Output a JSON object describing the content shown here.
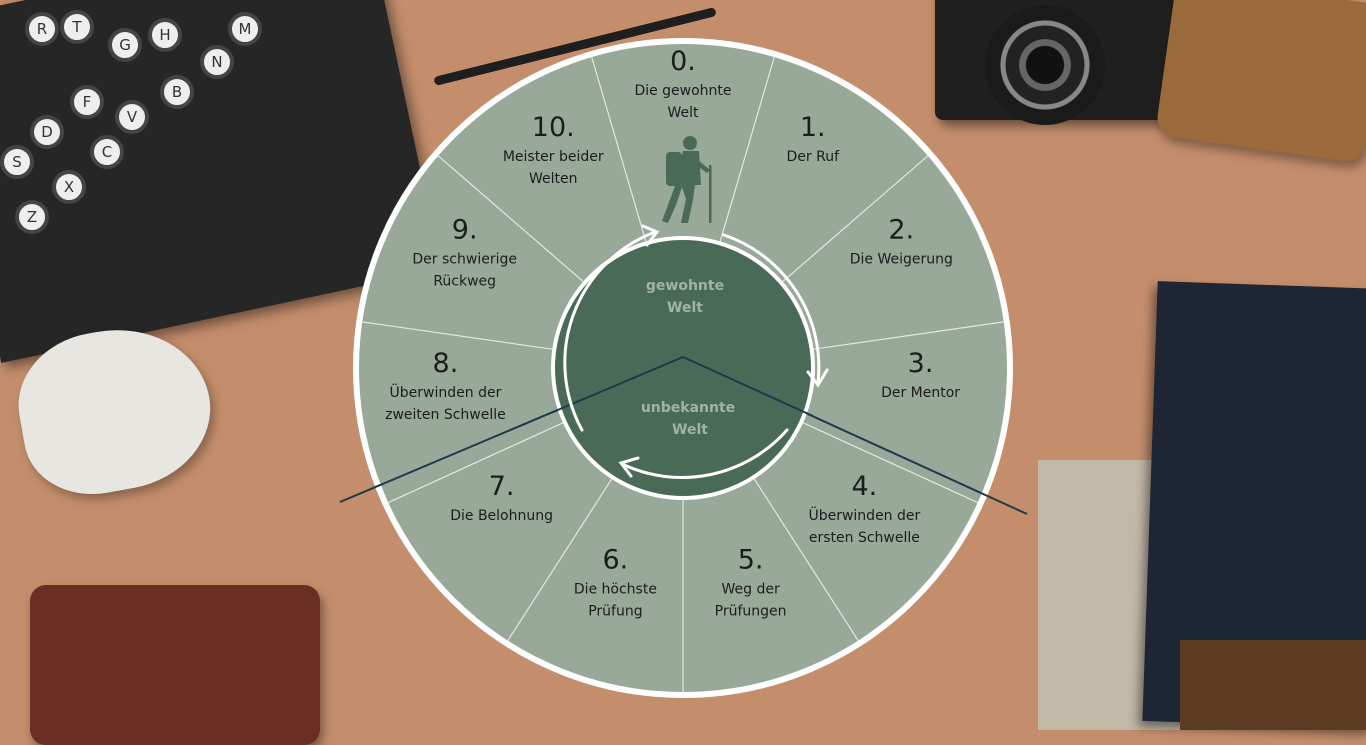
{
  "colors": {
    "background": "#c48e6c",
    "wheel_fill": "#98a899",
    "wheel_outline": "#ffffff",
    "hub_fill": "#4a6a58",
    "hub_text": "#a3b2a6",
    "threshold_line": "#1e3a4a"
  },
  "hub": {
    "top_line1": "gewohnte",
    "top_line2": "Welt",
    "bottom_line1": "unbekannte",
    "bottom_line2": "Welt"
  },
  "stages": [
    {
      "num": "0.",
      "lines": [
        "Die gewohnte",
        "Welt"
      ]
    },
    {
      "num": "1.",
      "lines": [
        "Der Ruf"
      ]
    },
    {
      "num": "2.",
      "lines": [
        "Die Weigerung"
      ]
    },
    {
      "num": "3.",
      "lines": [
        "Der Mentor"
      ]
    },
    {
      "num": "4.",
      "lines": [
        "Überwinden der",
        "ersten Schwelle"
      ]
    },
    {
      "num": "5.",
      "lines": [
        "Weg der",
        "Prüfungen"
      ]
    },
    {
      "num": "6.",
      "lines": [
        "Die höchste",
        "Prüfung"
      ]
    },
    {
      "num": "7.",
      "lines": [
        "Die Belohnung"
      ]
    },
    {
      "num": "8.",
      "lines": [
        "Überwinden der",
        "zweiten Schwelle"
      ]
    },
    {
      "num": "9.",
      "lines": [
        "Der schwierige",
        "Rückweg"
      ]
    },
    {
      "num": "10.",
      "lines": [
        "Meister beider",
        "Welten"
      ]
    }
  ],
  "decorations": {
    "hiker": "hiker-icon",
    "typewriter_keys": [
      "R",
      "T",
      "G",
      "H",
      "M",
      "D",
      "F",
      "V",
      "B",
      "N",
      "S",
      "X",
      "C",
      "Z"
    ]
  }
}
